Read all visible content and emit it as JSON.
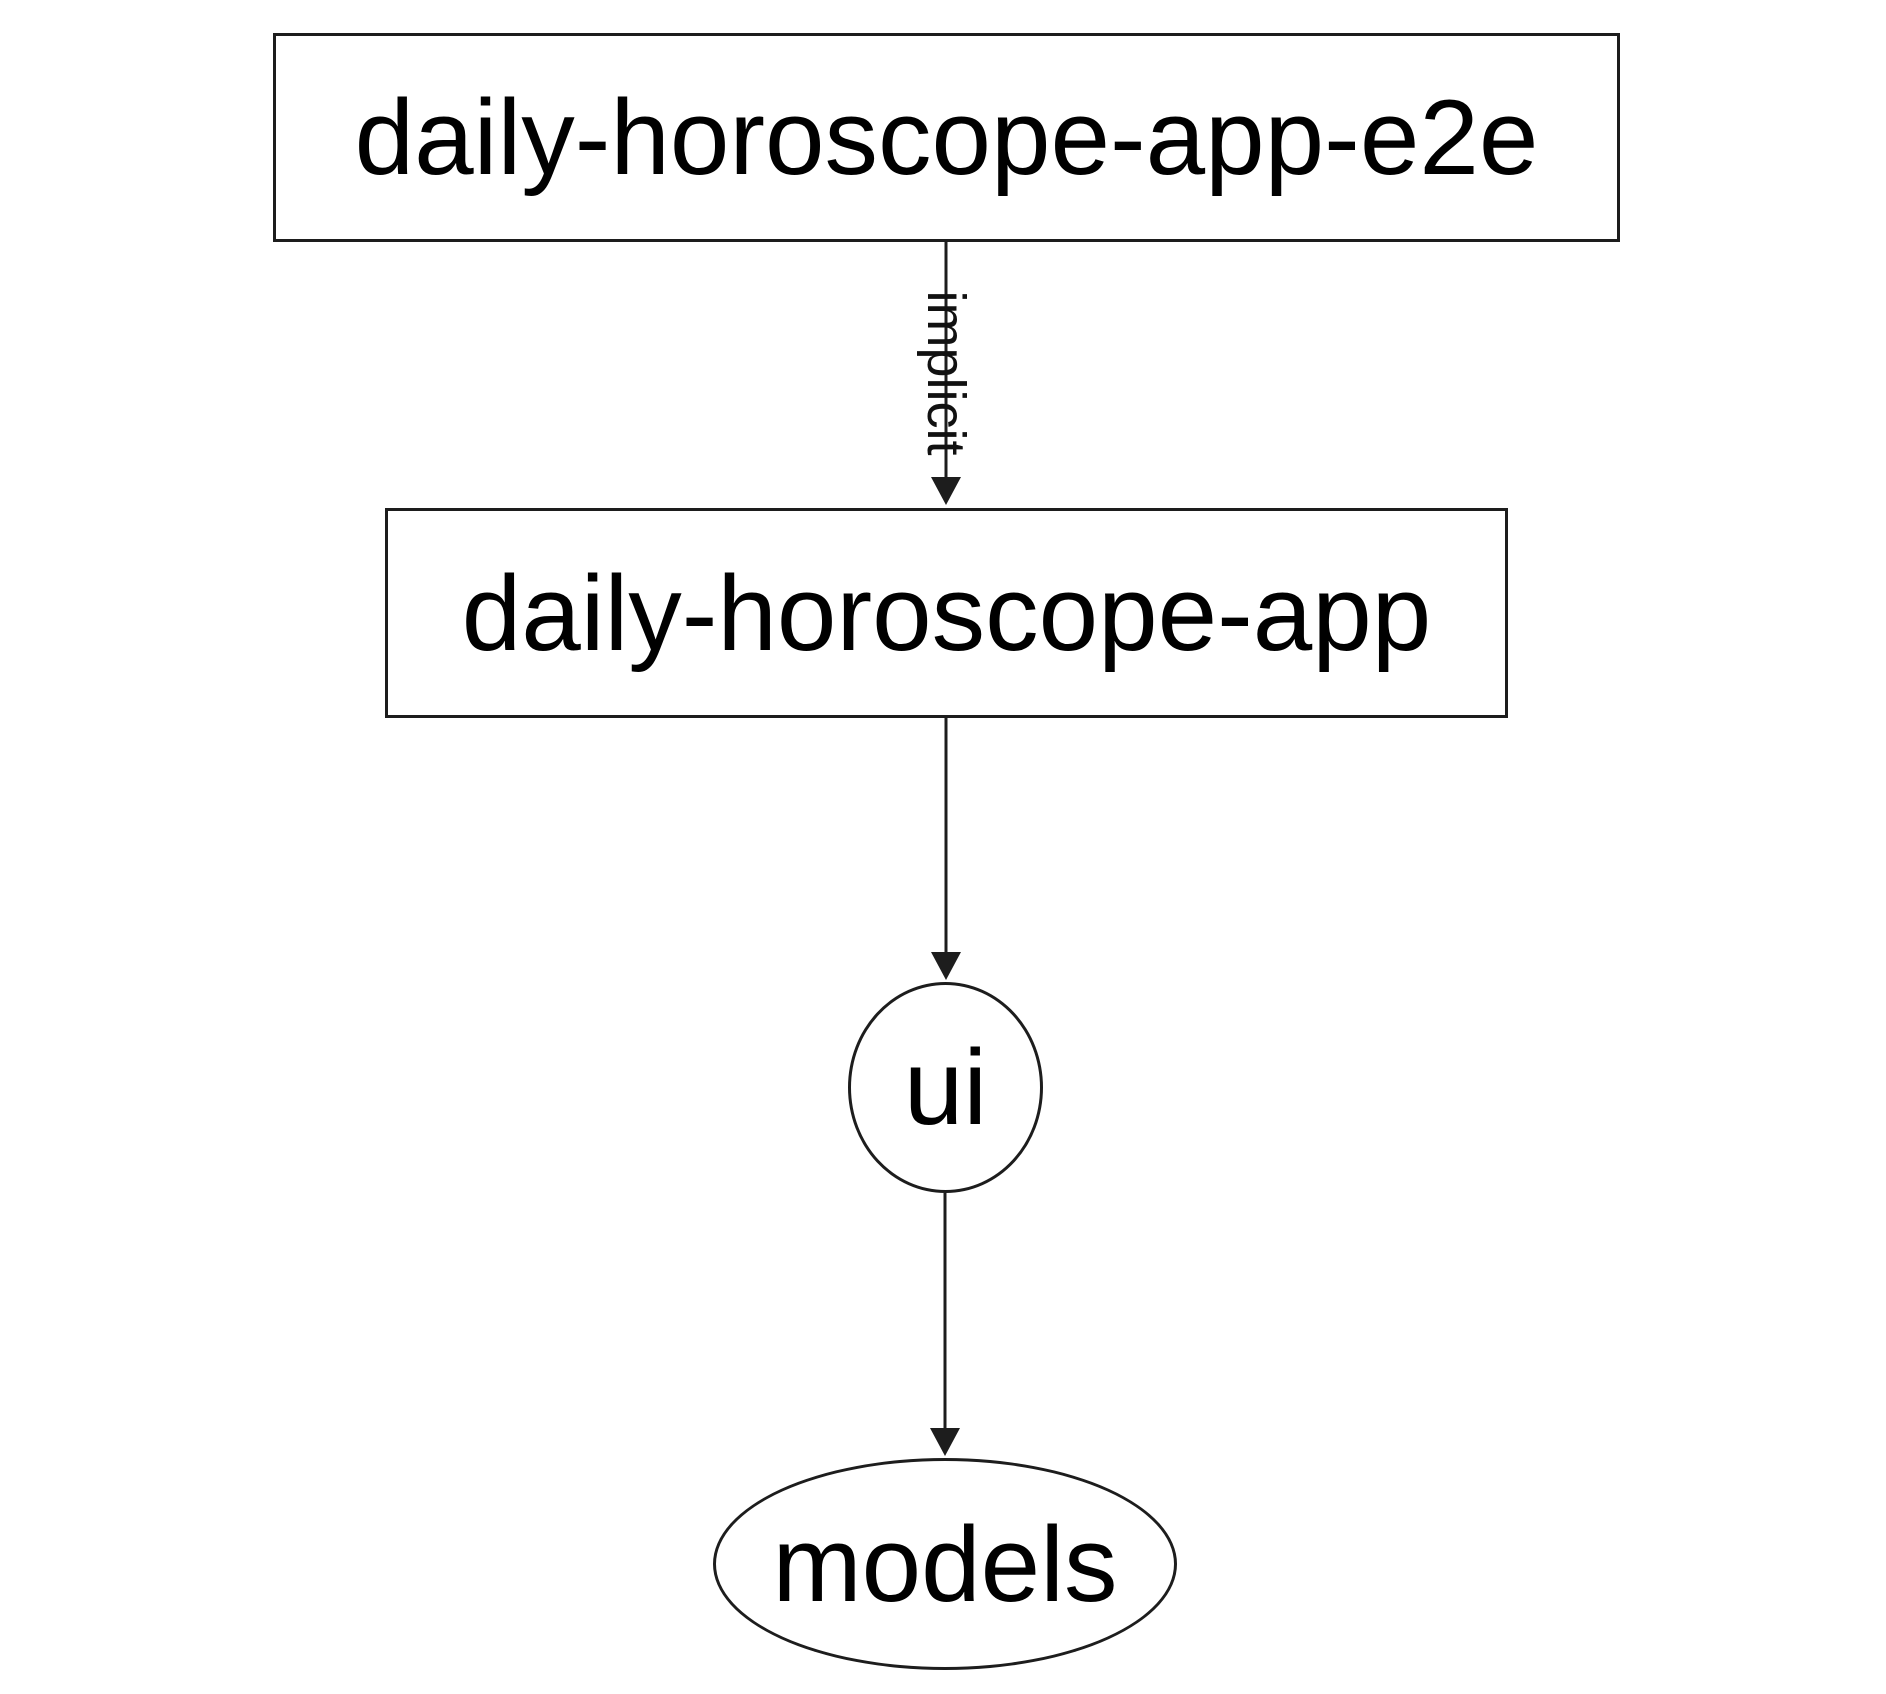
{
  "diagram": {
    "type": "dependency-graph",
    "colors": {
      "background": "#ffffff",
      "node_fill": "#ffffff",
      "stroke": "#1d1d1d",
      "text": "#000000"
    },
    "nodes": [
      {
        "label": "daily-horoscope-app-e2e",
        "shape": "rectangle"
      },
      {
        "label": "daily-horoscope-app",
        "shape": "rectangle"
      },
      {
        "label": "ui",
        "shape": "circle"
      },
      {
        "label": "models",
        "shape": "ellipse"
      }
    ],
    "edges": [
      {
        "from": "daily-horoscope-app-e2e",
        "to": "daily-horoscope-app",
        "label": "implicit"
      },
      {
        "from": "daily-horoscope-app",
        "to": "ui",
        "label": ""
      },
      {
        "from": "ui",
        "to": "models",
        "label": ""
      }
    ]
  }
}
